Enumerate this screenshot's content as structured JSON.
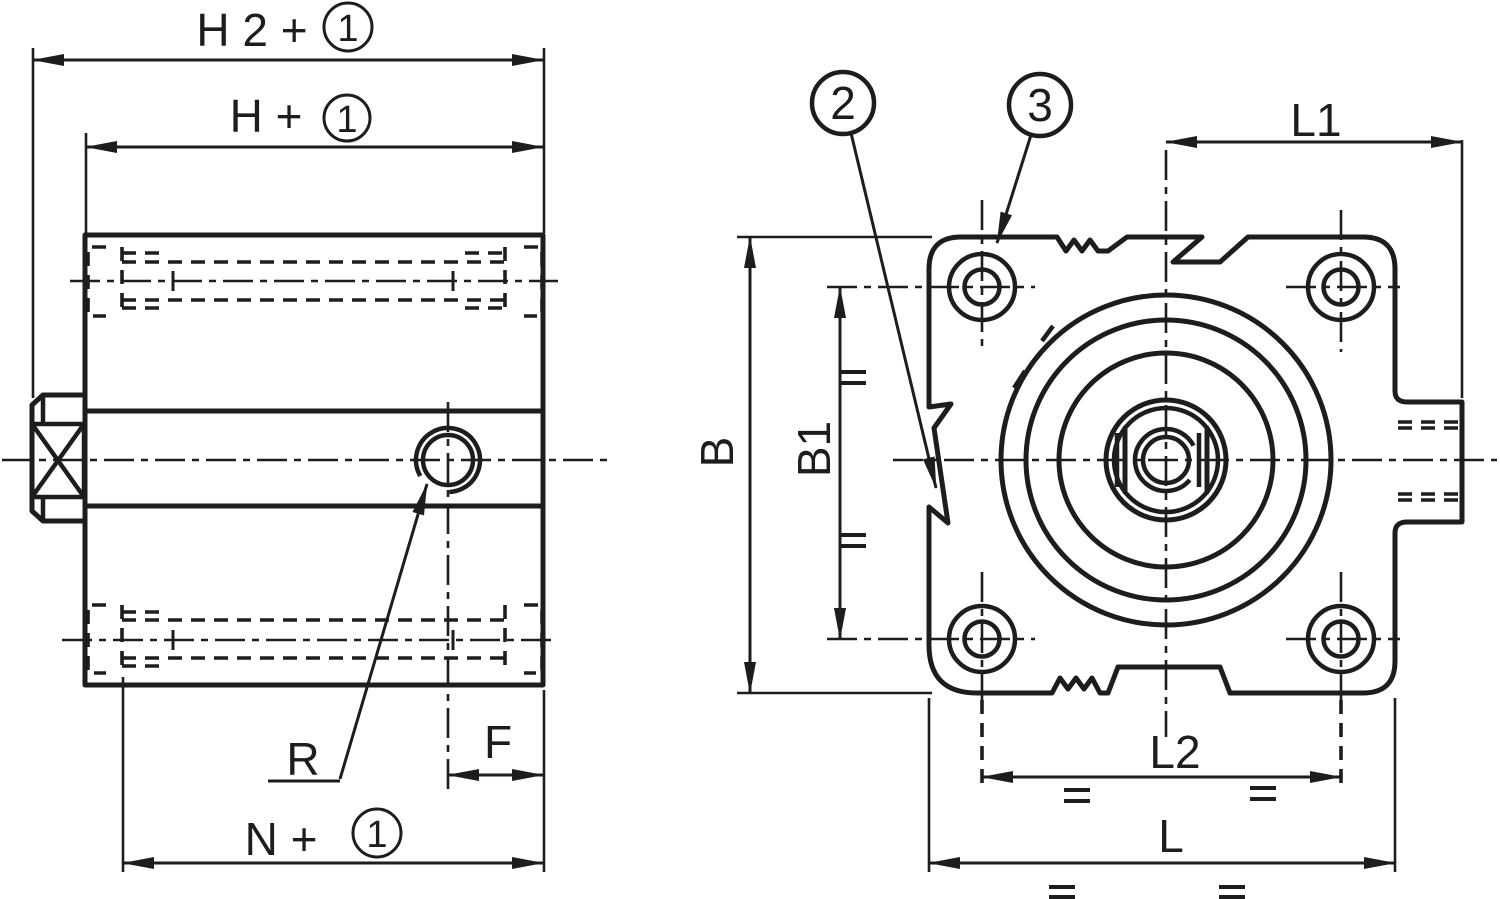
{
  "drawing": {
    "type": "technical-dimension-drawing",
    "subject": "compact cylinder, side view and front view",
    "colors": {
      "ink": "#1d1d1b",
      "paper": "#ffffff"
    }
  },
  "side_view": {
    "dim_h2": {
      "text": "H 2 +",
      "badge": "1"
    },
    "dim_h": {
      "text": "H +",
      "badge": "1"
    },
    "dim_n": {
      "text": "N +",
      "badge": "1"
    },
    "dim_f": {
      "text": "F"
    },
    "label_r": {
      "text": "R"
    }
  },
  "front_view": {
    "dim_b": {
      "text": "B"
    },
    "dim_b1": {
      "text": "B1"
    },
    "dim_l": {
      "text": "L"
    },
    "dim_l1": {
      "text": "L1"
    },
    "dim_l2": {
      "text": "L2"
    },
    "callout_2": {
      "text": "2"
    },
    "callout_3": {
      "text": "3"
    }
  }
}
